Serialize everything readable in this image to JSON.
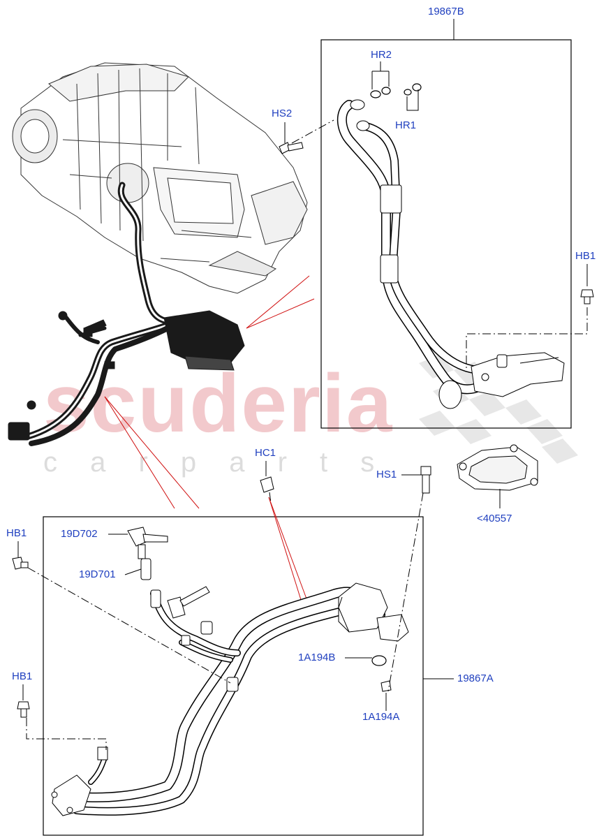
{
  "watermark": {
    "brand": "scuderia",
    "sub": "c a r   p a r t s",
    "brand_color": "#f2c9cc",
    "sub_color": "#d9d9d9"
  },
  "callouts": {
    "c19867B": "19867B",
    "hr2": "HR2",
    "hs2": "HS2",
    "hr1": "HR1",
    "hb1_right": "HB1",
    "hc1": "HC1",
    "hs1": "HS1",
    "c40557": "<40557",
    "hb1_left_top": "HB1",
    "c19d702": "19D702",
    "c19d701": "19D701",
    "c1a194b": "1A194B",
    "c19867A": "19867A",
    "hb1_left_bottom": "HB1",
    "c1a194a": "1A194A"
  },
  "colors": {
    "label": "#1f3fbf",
    "line": "#000000",
    "leader_red": "#d01010",
    "part_fill": "#ffffff",
    "hose_dark": "#1a1a1a"
  }
}
